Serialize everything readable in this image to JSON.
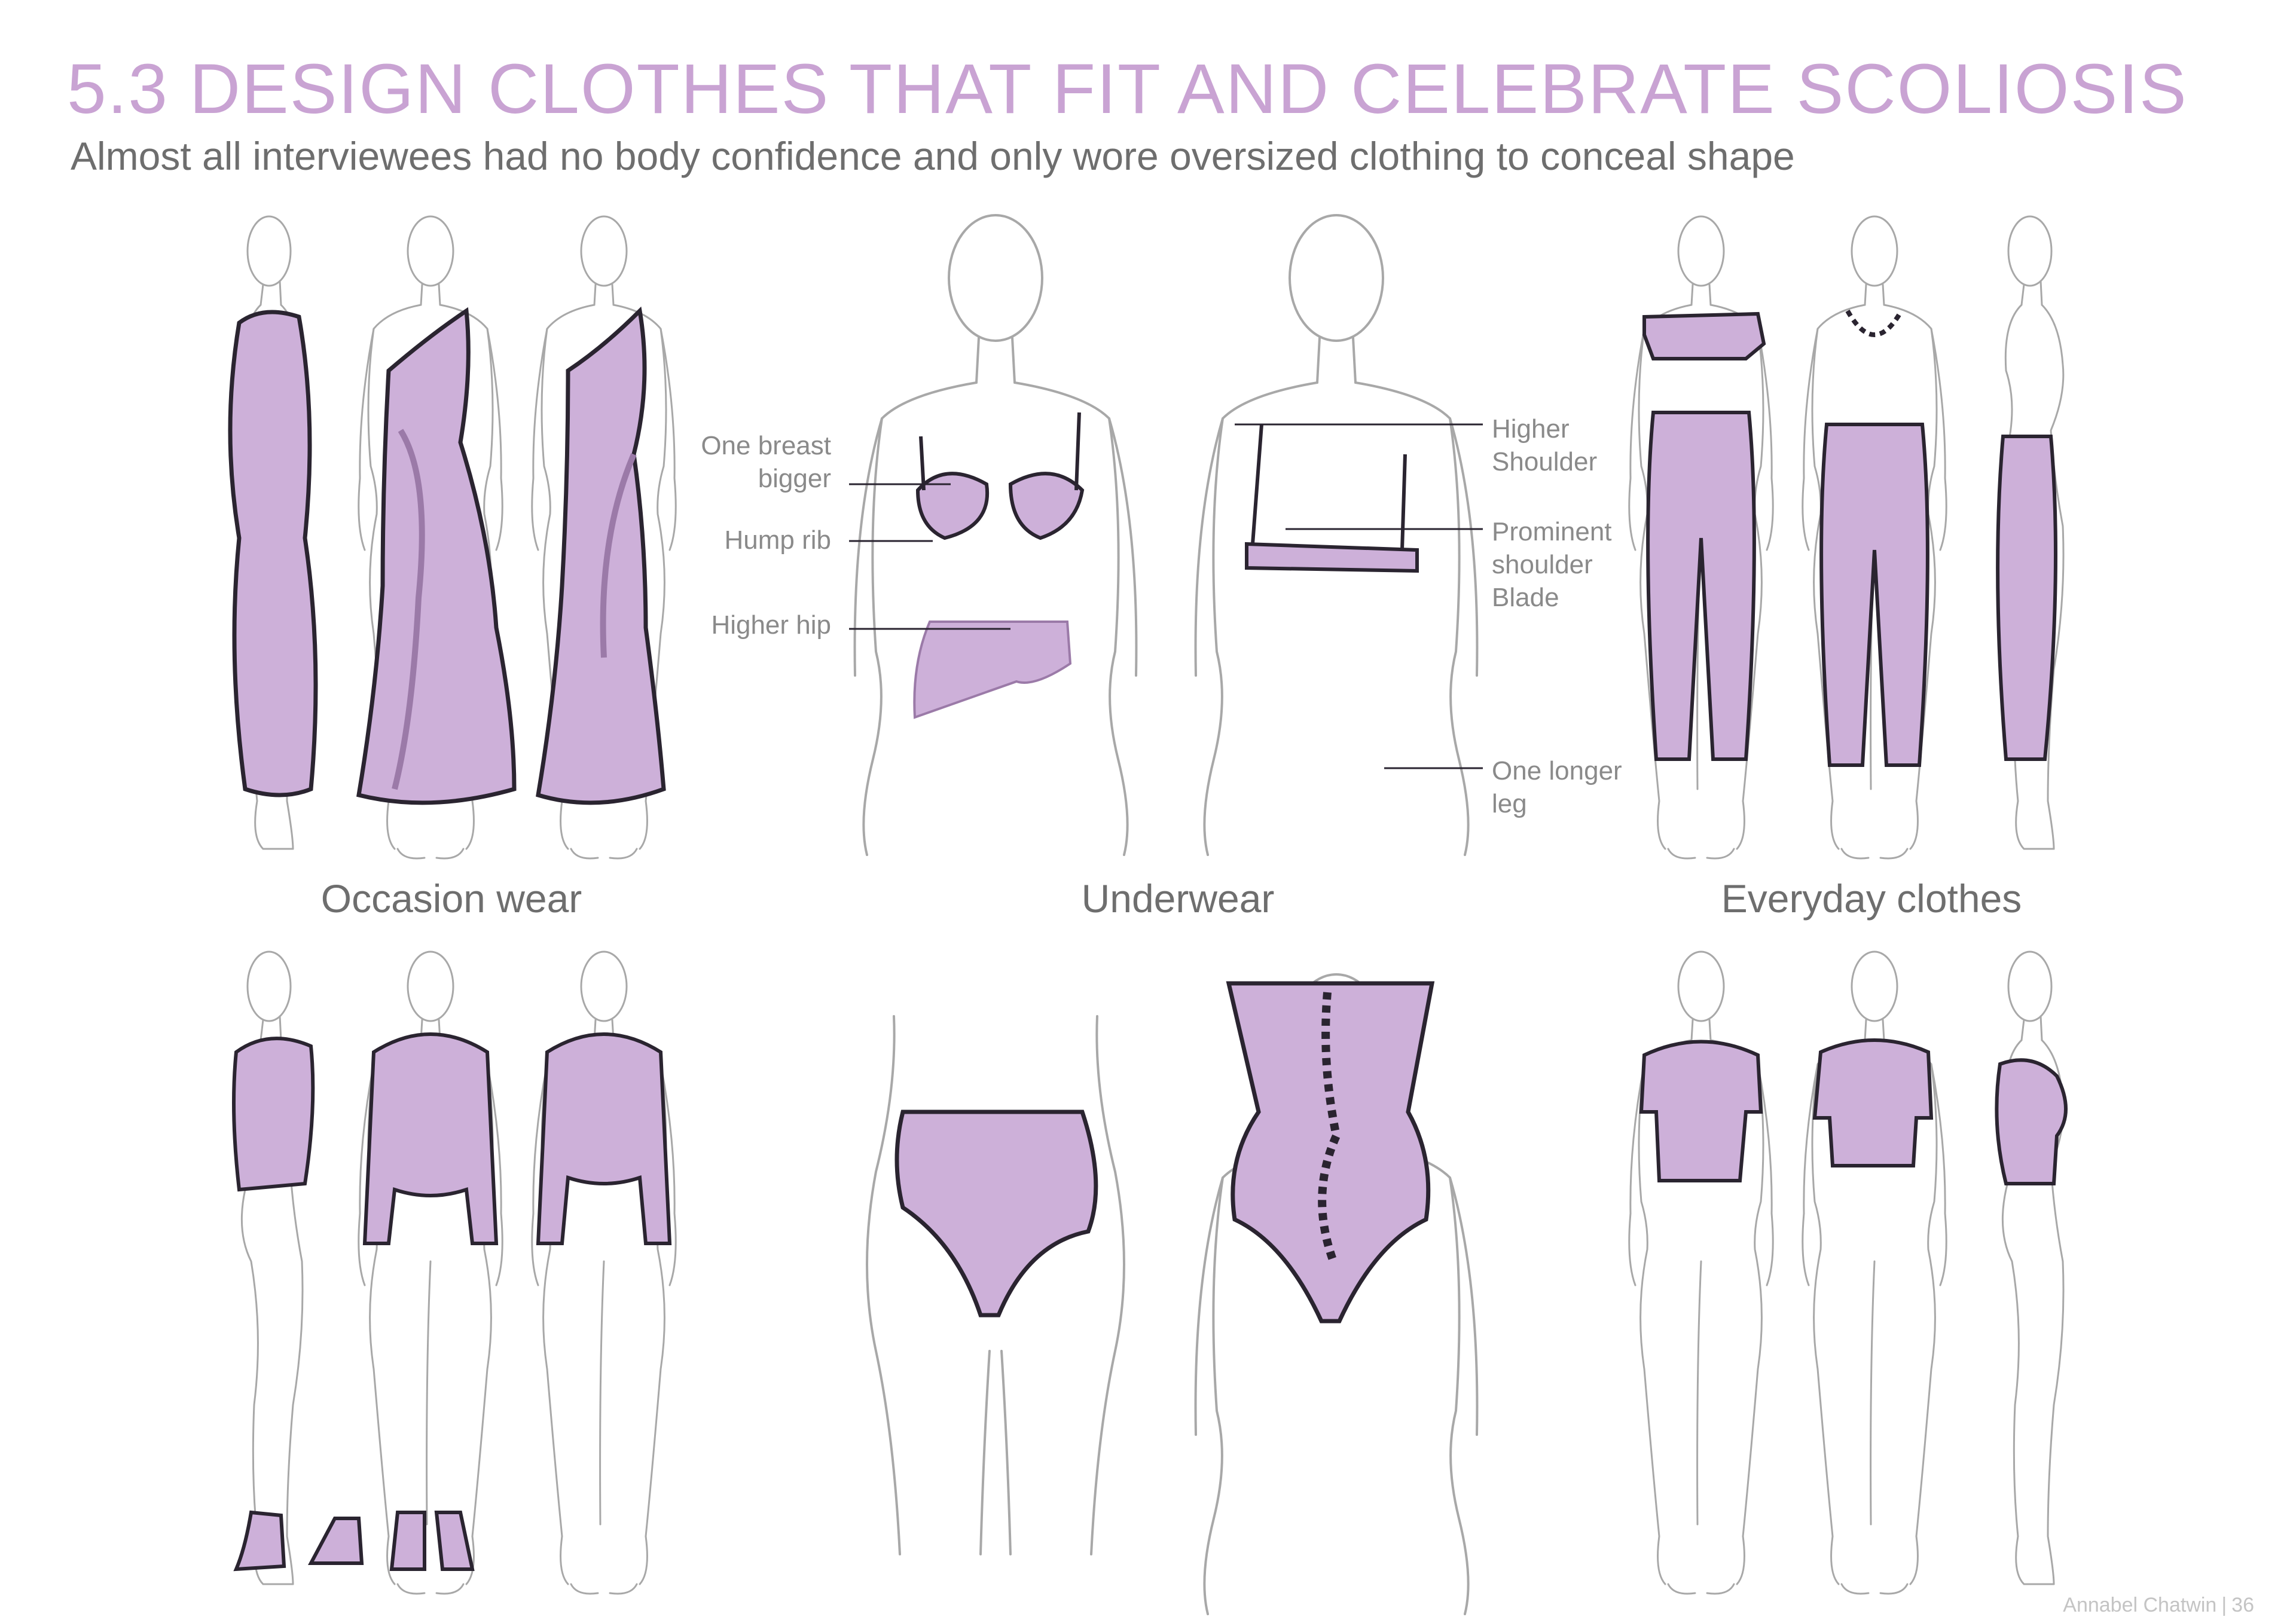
{
  "page": {
    "title": "5.3 DESIGN CLOTHES THAT FIT AND CELEBRATE SCOLIOSIS",
    "subtitle": "Almost all interviewees had no body confidence and only wore oversized clothing to conceal shape"
  },
  "sections": {
    "occasion_label": "Occasion wear",
    "underwear_label": "Underwear",
    "everyday_label": "Everyday clothes"
  },
  "annotations": {
    "one_breast_bigger": "One breast\nbigger",
    "hump_rib": "Hump rib",
    "higher_hip": "Higher hip",
    "higher_shoulder": "Higher\nShoulder",
    "prominent_shoulder_blade": "Prominent\nshoulder\nBlade",
    "one_longer_leg": "One longer\nleg"
  },
  "footer": {
    "author": "Annabel Chatwin",
    "separator": "|",
    "page_number": "36"
  },
  "colors": {
    "title": "#c9a3d3",
    "garment_fill": "#cdb0d9",
    "garment_shade": "#9b7aa8",
    "garment_outline": "#2a2430",
    "body_outline": "#a8a8a8",
    "text": "#6e6e6e",
    "annotation_text": "#8a8a8a",
    "footer": "#c4c4c4"
  }
}
